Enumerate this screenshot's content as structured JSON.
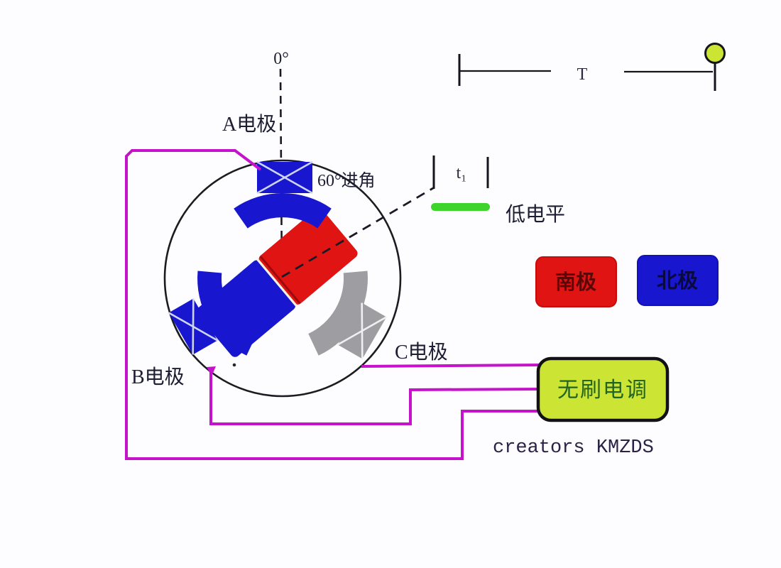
{
  "colors": {
    "wire": "#c413cb",
    "blue": "#1816cf",
    "red": "#e11414",
    "red-dark": "#9c0b0b",
    "gray": "#9d9da2",
    "green": "#3fd42c",
    "lime": "#cce434",
    "label": "#1d1d33",
    "esc-text": "#23641f",
    "south-text": "#5c0707",
    "north-text": "#0a0a3e",
    "credit-text": "#2b2247"
  },
  "labels": {
    "zero_deg": "0°",
    "a_electrode": "A电极",
    "advance_angle": "60°进角",
    "b_electrode": "B电极",
    "c_electrode": "C电极",
    "period": "T",
    "t1": "t₁",
    "low_level": "低电平",
    "south_pole": "南极",
    "north_pole": "北极",
    "esc_box": "无刷电调",
    "credits": "creators KMZDS"
  }
}
